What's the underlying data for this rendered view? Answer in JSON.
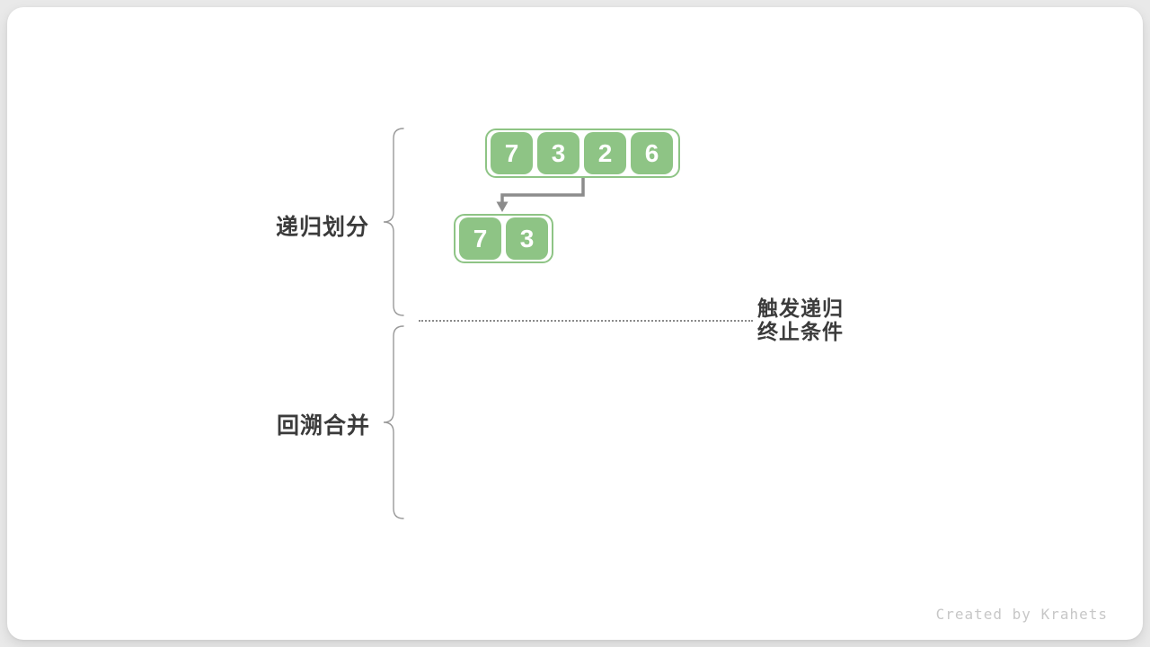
{
  "diagram": {
    "phases": {
      "divide_label": "递归划分",
      "merge_label": "回溯合并"
    },
    "boundary": {
      "line1": "触发递归",
      "line2": "终止条件"
    },
    "arrays": {
      "top": {
        "values": [
          "7",
          "3",
          "2",
          "6"
        ]
      },
      "sub": {
        "values": [
          "7",
          "3"
        ]
      }
    },
    "watermark": "Created by Krahets"
  },
  "colors": {
    "page_background": "#e9e9e9",
    "card_background": "#ffffff",
    "cell_green": "#8ec485",
    "arrow_gray": "#8c8c8c",
    "brace_gray": "#999999",
    "label_dark": "#3b3b3b",
    "watermark_gray": "#c7c7c7"
  }
}
